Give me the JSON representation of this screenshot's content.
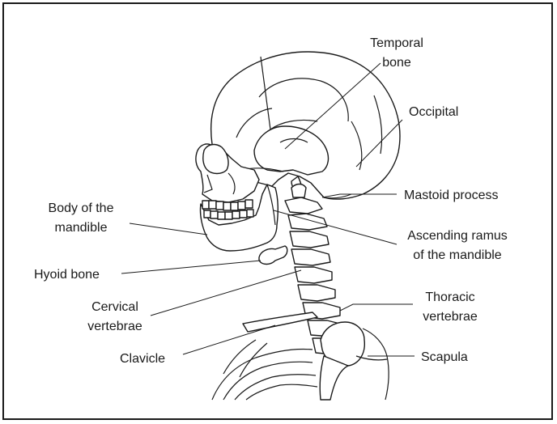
{
  "labels": {
    "temporal_bone": [
      "Temporal",
      "bone"
    ],
    "occipital": "Occipital",
    "mastoid_process": "Mastoid process",
    "body_of_mandible": [
      "Body of the",
      "mandible"
    ],
    "ascending_ramus": [
      "Ascending ramus",
      "of the mandible"
    ],
    "hyoid_bone": "Hyoid bone",
    "cervical_vertebrae": [
      "Cervical",
      "vertebrae"
    ],
    "thoracic_vertebrae": [
      "Thoracic",
      "vertebrae"
    ],
    "clavicle": "Clavicle",
    "scapula": "Scapula"
  }
}
